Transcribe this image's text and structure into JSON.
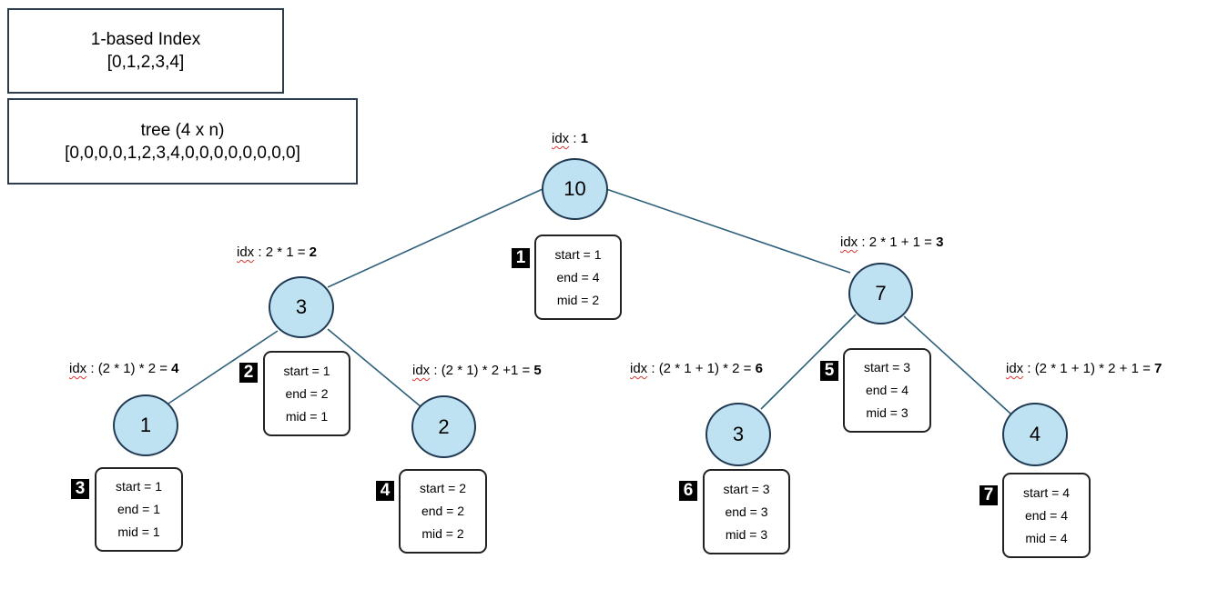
{
  "index_box": {
    "line1": "1-based Index",
    "line2": "[0,1,2,3,4]"
  },
  "tree_box": {
    "line1": "tree (4 x n)",
    "line2": "[0,0,0,0,1,2,3,4,0,0,0,0,0,0,0,0]"
  },
  "nodes": {
    "n1": {
      "value": "10",
      "idx_kw": "idx",
      "idx_expr": " : ",
      "idx_result": "1",
      "step": "1",
      "start": "start = 1",
      "end": "end = 4",
      "mid": "mid = 2"
    },
    "n2": {
      "value": "3",
      "idx_kw": "idx",
      "idx_expr": " : 2 * 1 = ",
      "idx_result": "2",
      "step": "2",
      "start": "start = 1",
      "end": "end = 2",
      "mid": "mid = 1"
    },
    "n3": {
      "value": "7",
      "idx_kw": "idx",
      "idx_expr": " : 2 * 1 + 1 = ",
      "idx_result": "3",
      "step": "5",
      "start": "start = 3",
      "end": "end = 4",
      "mid": "mid = 3"
    },
    "n4": {
      "value": "1",
      "idx_kw": "idx",
      "idx_expr": " : (2 * 1) * 2 = ",
      "idx_result": "4",
      "step": "3",
      "start": "start = 1",
      "end": "end = 1",
      "mid": "mid = 1"
    },
    "n5": {
      "value": "2",
      "idx_kw": "idx",
      "idx_expr": " : (2 * 1) * 2 +1 = ",
      "idx_result": "5",
      "step": "4",
      "start": "start = 2",
      "end": "end =  2",
      "mid": "mid = 2"
    },
    "n6": {
      "value": "3",
      "idx_kw": "idx",
      "idx_expr": " : (2 * 1 + 1) * 2 = ",
      "idx_result": "6",
      "step": "6",
      "start": "start = 3",
      "end": "end = 3",
      "mid": "mid = 3"
    },
    "n7": {
      "value": "4",
      "idx_kw": "idx",
      "idx_expr": " : (2 * 1 + 1) * 2 + 1 = ",
      "idx_result": "7",
      "step": "7",
      "start": "start = 4",
      "end": "end = 4",
      "mid": "mid = 4"
    }
  },
  "colors": {
    "node_fill": "#bfe2f3",
    "edge": "#2e5f7a",
    "step_badge": "#000000"
  }
}
